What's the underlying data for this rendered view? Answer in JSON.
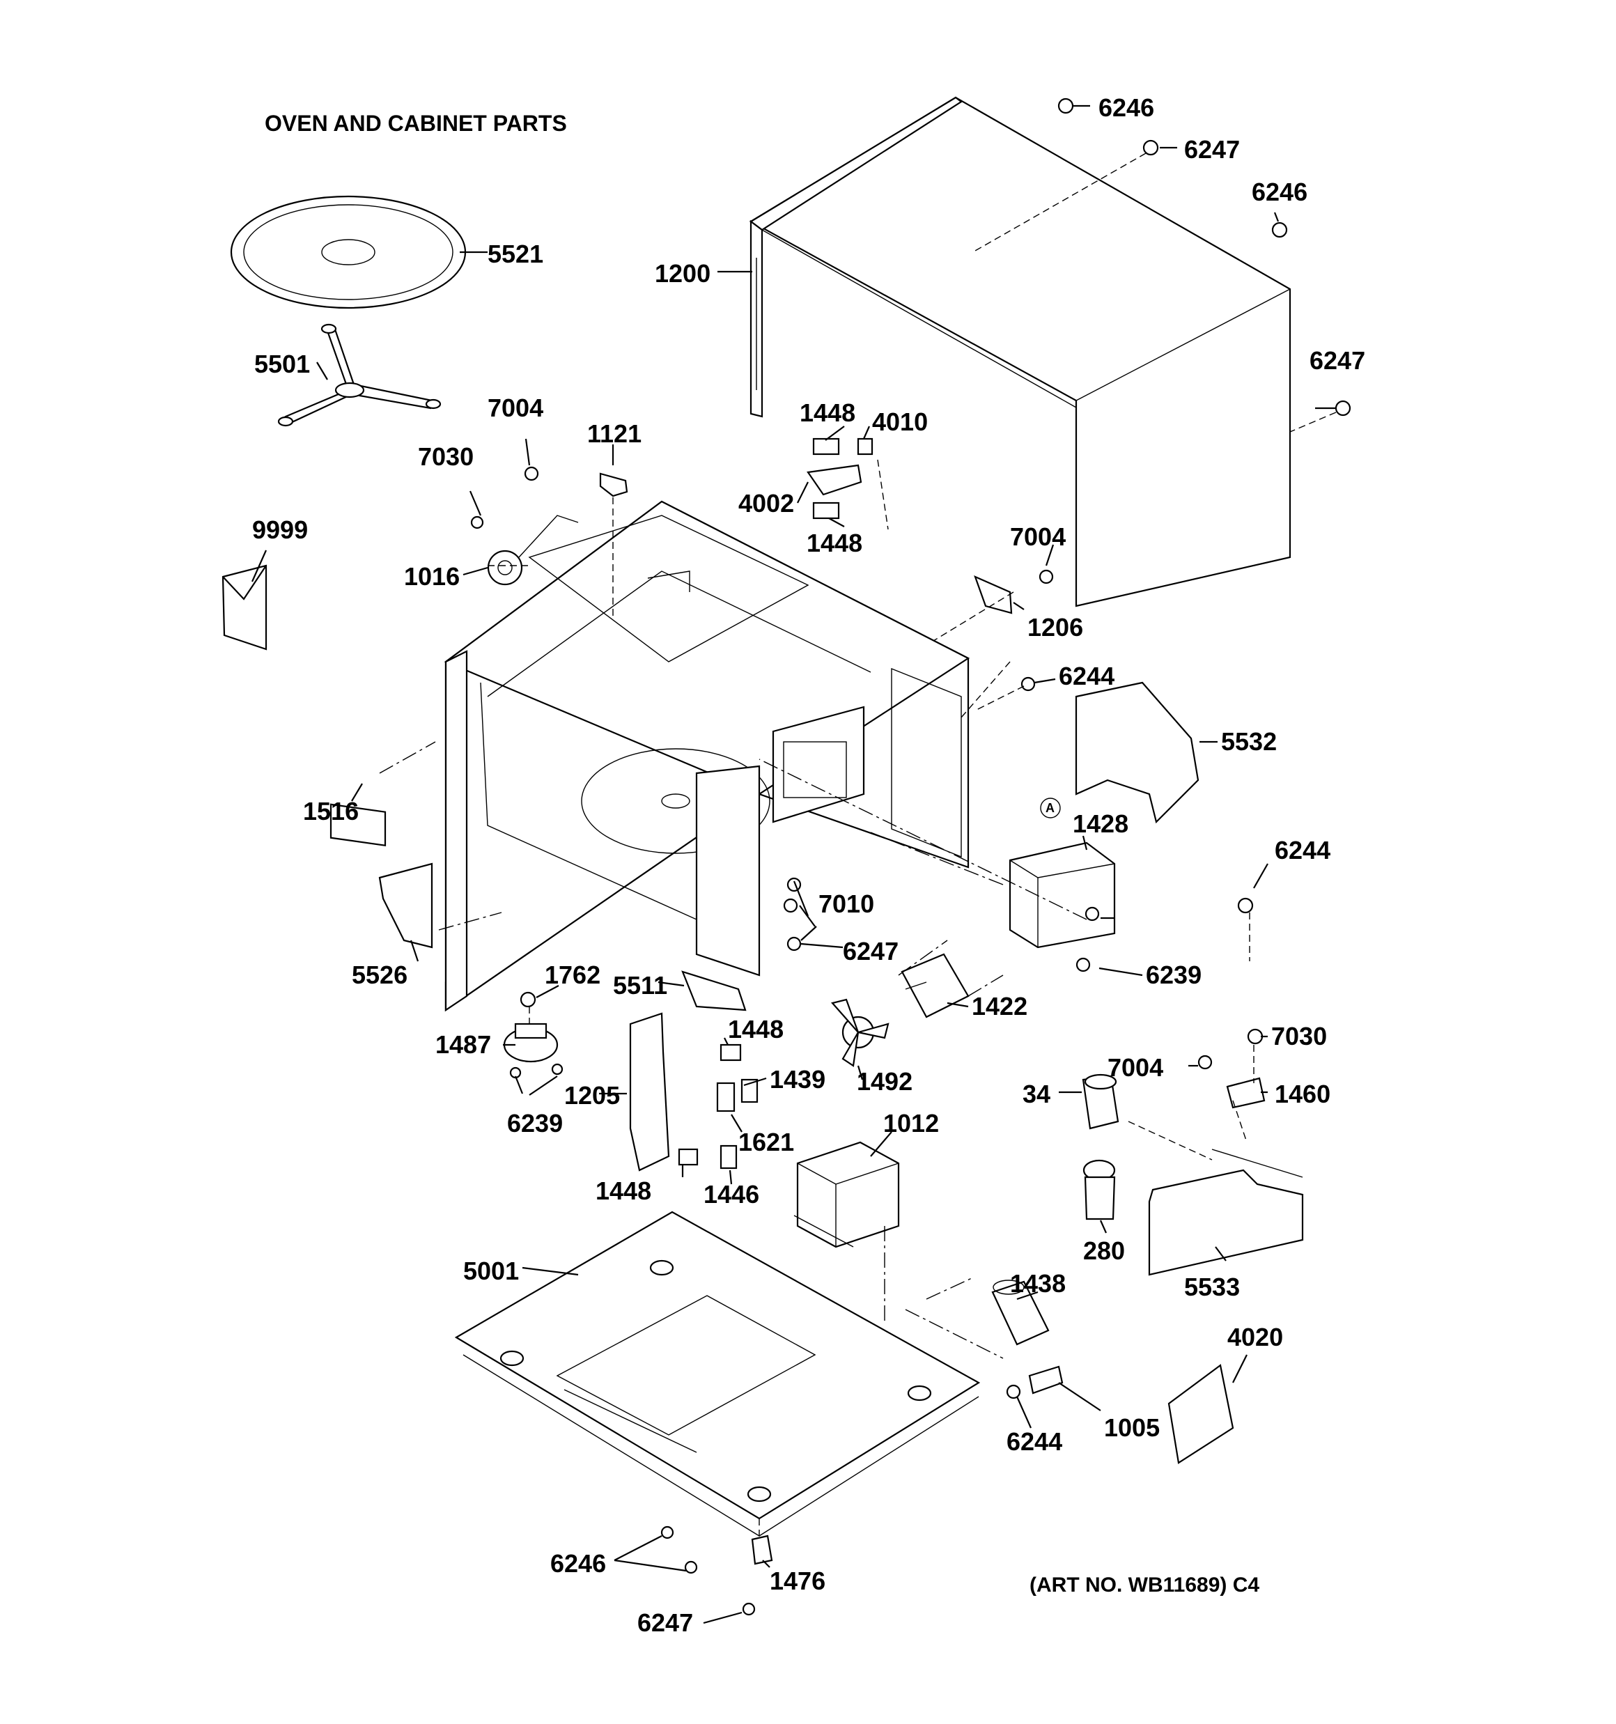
{
  "title": "OVEN AND CABINET PARTS",
  "art_number": "(ART NO. WB11689) C4",
  "reference_marker": "A",
  "labels": {
    "p6246a": "6246",
    "p6247a": "6247",
    "p6246b": "6246",
    "p6247b": "6247",
    "p5521": "5521",
    "p1200": "1200",
    "p5501": "5501",
    "p7004a": "7004",
    "p1121": "1121",
    "p1448a": "1448",
    "p4010": "4010",
    "p7030a": "7030",
    "p4002": "4002",
    "p1448b": "1448",
    "p9999": "9999",
    "p7004b": "7004",
    "p1016": "1016",
    "p1206": "1206",
    "p6244a": "6244",
    "p5532": "5532",
    "p1516": "1516",
    "p1428": "1428",
    "p6244b": "6244",
    "p7010": "7010",
    "p6247c": "6247",
    "p6239a": "6239",
    "p5526": "5526",
    "p1762": "1762",
    "p5511": "5511",
    "p1422": "1422",
    "p1448c": "1448",
    "p1487": "1487",
    "p7030b": "7030",
    "p1439": "1439",
    "p7004c": "7004",
    "p1205": "1205",
    "p1492": "1492",
    "p34": "34",
    "p1460": "1460",
    "p6239b": "6239",
    "p1621": "1621",
    "p1012": "1012",
    "p1448d": "1448",
    "p1446": "1446",
    "p280": "280",
    "p5001": "5001",
    "p5533": "5533",
    "p1438": "1438",
    "p4020": "4020",
    "p1005": "1005",
    "p6244c": "6244",
    "p6246c": "6246",
    "p1476": "1476",
    "p6247d": "6247"
  }
}
